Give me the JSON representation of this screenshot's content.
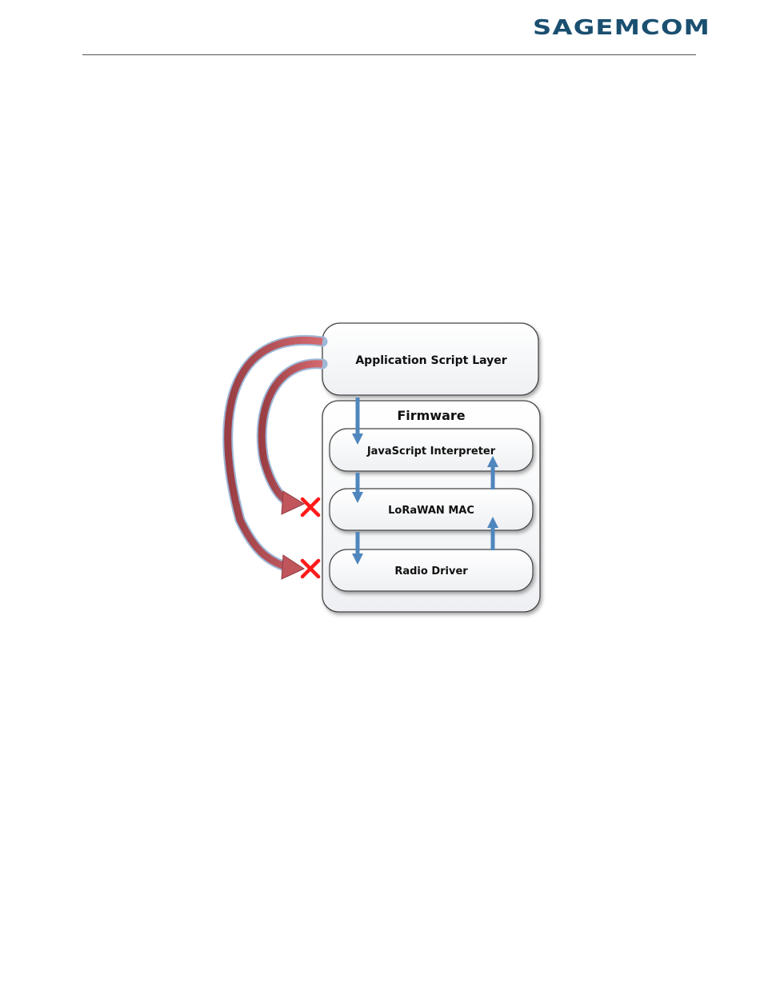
{
  "header": {
    "logo_text": "Sagemcom",
    "brand_color": "#1a4f70"
  },
  "diagram": {
    "top_layer": {
      "label": "Application Script Layer"
    },
    "firmware": {
      "title": "Firmware",
      "layers": [
        {
          "label": "JavaScript Interpreter"
        },
        {
          "label": "LoRaWAN MAC"
        },
        {
          "label": "Radio Driver"
        }
      ]
    },
    "blocked_marks": [
      {
        "target": "LoRaWAN MAC",
        "icon": "red-x-icon"
      },
      {
        "target": "Radio Driver",
        "icon": "red-x-icon"
      }
    ],
    "colors": {
      "blue_arrow": "#4f86bd",
      "red_arrow": "#c0555c",
      "x_mark": "#ff0000"
    }
  }
}
